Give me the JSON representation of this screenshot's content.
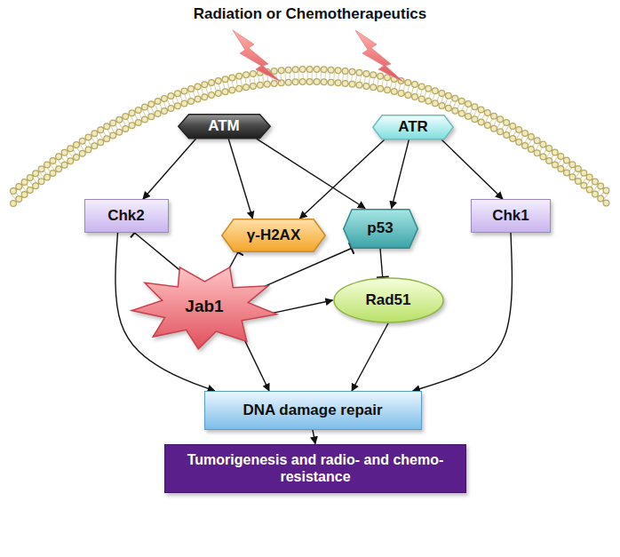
{
  "diagram": {
    "title": "Radiation or Chemotherapeutics",
    "nodes": [
      {
        "text": [
          "ATM"
        ]
      },
      {
        "text": [
          "ATR"
        ]
      },
      {
        "text": [
          "Chk2"
        ]
      },
      {
        "text": [
          "γ-H2AX"
        ]
      },
      {
        "text": [
          "p53"
        ]
      },
      {
        "text": [
          "Chk1"
        ]
      },
      {
        "text": [
          "Jab1"
        ]
      },
      {
        "text": [
          "Rad51"
        ]
      },
      {
        "text": [
          "DNA damage repair"
        ]
      },
      {
        "text": [
          "Tumorigenesis and radio- and chemo-resistance"
        ]
      }
    ],
    "edges": [
      {
        "from": 0,
        "to": 2,
        "arrow": "to"
      },
      {
        "from": 0,
        "to": 3,
        "arrow": "to"
      },
      {
        "from": 0,
        "to": 4,
        "arrow": "to"
      },
      {
        "from": 1,
        "to": 3,
        "arrow": "to"
      },
      {
        "from": 1,
        "to": 4,
        "arrow": "to"
      },
      {
        "from": 1,
        "to": 5,
        "arrow": "to"
      },
      {
        "from": 6,
        "to": 2,
        "arrow": "to"
      },
      {
        "from": 6,
        "to": 3,
        "arrow": "to"
      },
      {
        "from": 6,
        "to": 4,
        "arrow": "to"
      },
      {
        "from": 6,
        "to": 7,
        "arrow": "to"
      },
      {
        "from": 4,
        "to": 7,
        "arrow": "to"
      },
      {
        "from": 2,
        "to": 8,
        "arrow": "to"
      },
      {
        "from": 6,
        "to": 8,
        "arrow": "to"
      },
      {
        "from": 7,
        "to": 8,
        "arrow": "to"
      },
      {
        "from": 5,
        "to": 8,
        "arrow": "to"
      },
      {
        "from": 8,
        "to": 9,
        "arrow": "to"
      }
    ]
  }
}
